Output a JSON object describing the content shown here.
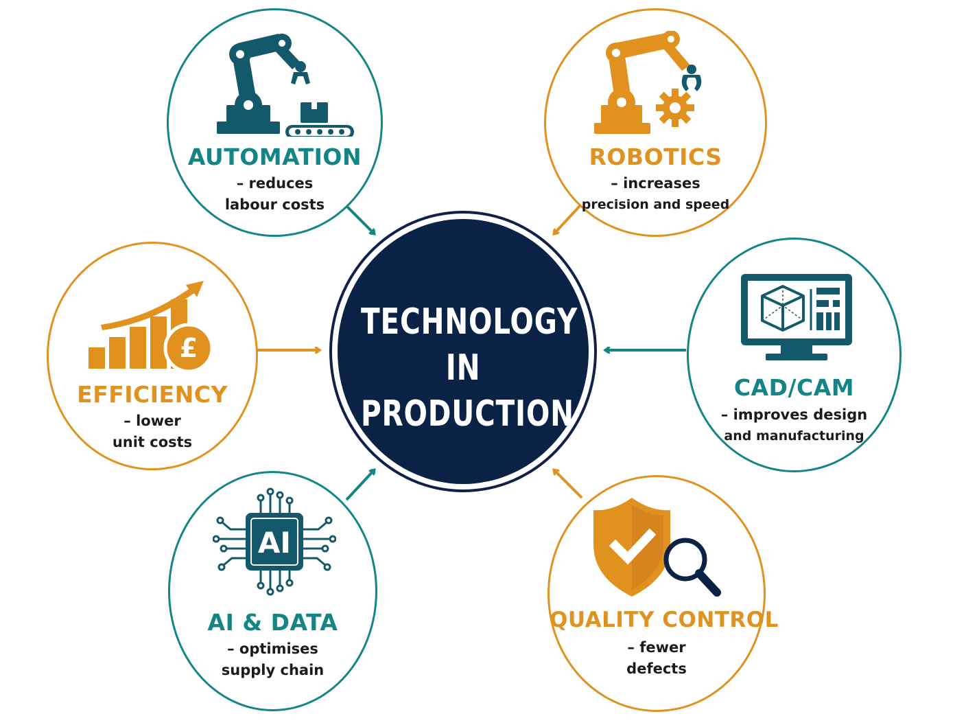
{
  "colors": {
    "teal": "#138586",
    "orange": "#e0911e",
    "navy": "#0b2247",
    "text": "#1b1b1b"
  },
  "center": {
    "line1": "TECHNOLOGY",
    "line2": "IN",
    "line3": "PRODUCTION"
  },
  "nodes": {
    "automation": {
      "title": "AUTOMATION",
      "desc1": "– reduces",
      "desc2": "labour costs",
      "icon": "robot-arm-conveyor-icon"
    },
    "robotics": {
      "title": "ROBOTICS",
      "desc1": "– increases",
      "desc2": "precision and speed",
      "icon": "robot-arm-gear-icon"
    },
    "efficiency": {
      "title": "EFFICIENCY",
      "desc1": "– lower",
      "desc2": "unit costs",
      "icon": "growth-chart-pound-icon"
    },
    "cadcam": {
      "title": "CAD/CAM",
      "desc1": "– improves design",
      "desc2": "and manufacturing",
      "icon": "monitor-cube-icon"
    },
    "aidata": {
      "title": "AI & DATA",
      "desc1": "– optimises",
      "desc2": "supply chain",
      "icon": "ai-chip-icon",
      "chip_label": "AI"
    },
    "quality": {
      "title": "QUALITY CONTROL",
      "desc1": "– fewer",
      "desc2": "defects",
      "icon": "shield-check-magnifier-icon"
    }
  }
}
